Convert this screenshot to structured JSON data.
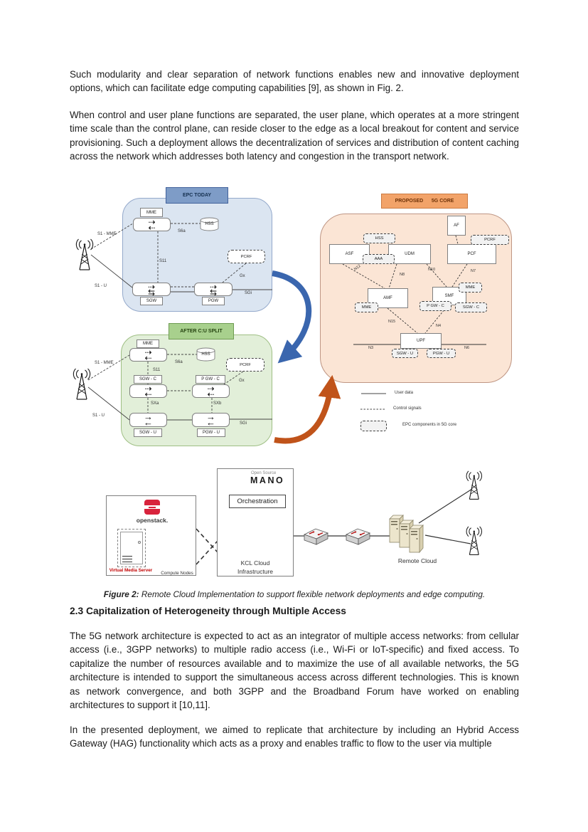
{
  "doc": {
    "p1": "Such modularity and clear separation of network functions enables new and innovative deployment options, which can facilitate edge computing capabilities [9], as shown in Fig. 2.",
    "p2": "When control and user plane functions are separated, the user plane, which operates at a more stringent time scale than the control plane, can reside closer to the edge as a local breakout for content and service provisioning. Such a deployment allows the decentralization of services and distribution of content caching across the network which addresses both latency and congestion in the transport network.",
    "caption_label": "Figure 2:",
    "caption_text": " Remote Cloud Implementation to support flexible network deployments and edge computing.",
    "heading": "2.3 Capitalization of Heterogeneity through Multiple Access",
    "p3": "The 5G network architecture is expected to act as an integrator of multiple access networks: from cellular access (i.e., 3GPP networks) to multiple radio access (i.e., Wi-Fi or IoT-specific) and fixed access. To capitalize the number of resources available and to maximize the use of all available networks, the 5G architecture is intended to support the simultaneous access across different technologies. This is known as network convergence, and both 3GPP and the Broadband Forum have worked on enabling architectures to support it [10,11].",
    "p4": "In the presented deployment, we aimed to replicate that architecture by including an Hybrid Access Gateway (HAG) functionality which acts as a proxy and enables traffic to flow to the user via multiple"
  },
  "epc": {
    "title": "EPC TODAY",
    "mme": "MME",
    "hss": "HSS",
    "pcrf": "PCRF",
    "sgw": "SGW",
    "pgw": "PGW",
    "s1mme": "S1 -  MME",
    "s1u": "S1 - U",
    "s6a": "S6a",
    "s11": "S11",
    "gx": "Gx",
    "sgi": "SGi"
  },
  "split": {
    "title": "AFTER C:U SPLIT",
    "mme": "MME",
    "hss": "HSS",
    "pcrf": "PCRF",
    "sgwc": "SGW - C",
    "pgwc": "P GW - C",
    "sgwu": "SGW - U",
    "pgwu": "PGW - U",
    "s1mme": "S1 -  MME",
    "s1u": "S1 - U",
    "s6a": "S6a",
    "s11": "S11",
    "gx": "Gx",
    "sxa": "SXa",
    "sxb": "SXb",
    "sgi": "SGi"
  },
  "core": {
    "title": "PROPOSED      5G CORE",
    "af": "AF",
    "hss": "HSS",
    "asf": "ASF",
    "aaa": "AAA",
    "udm": "UDM",
    "pcrf": "PCRF",
    "pcf": "PCF",
    "mme_amf": "MME",
    "mme_smf": "MME",
    "amf": "AMF",
    "smf": "SMF",
    "pgwc": "P GW - C",
    "sgwc": "SGW - C",
    "upf": "UPF",
    "sgwu": "SGW - U",
    "pgwu": "PGW - U",
    "n12": "N12",
    "n8": "N8",
    "n10": "N10",
    "n7": "N7",
    "n15": "N15",
    "n4": "N4",
    "n3": "N3",
    "n6": "N6"
  },
  "legend": {
    "user_data": "User data",
    "control_signals": "Control signals",
    "epc_components": "EPC components in 5G core"
  },
  "infra": {
    "openstack": "openstack.",
    "vms": "Virtual Media Server",
    "compute": "Compute Nodes",
    "open_source": "Open Source",
    "mano": "MANO",
    "orchestration": "Orchestration",
    "kcl1": "KCL  Cloud",
    "kcl2": "Infrastructure",
    "remote": "Remote Cloud"
  }
}
